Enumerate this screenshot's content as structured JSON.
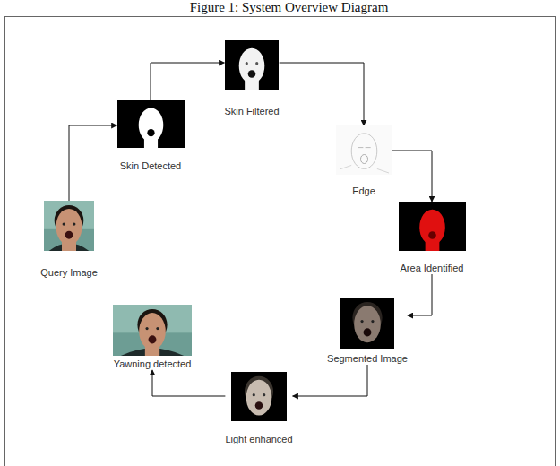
{
  "diagram": {
    "title": "Figure 1: System Overview Diagram",
    "nodes": [
      {
        "text": [
          "Query Image"
        ]
      },
      {
        "text": [
          "Skin Detected"
        ]
      },
      {
        "text": [
          "Skin Filtered"
        ]
      },
      {
        "text": [
          "Edge"
        ]
      },
      {
        "text": [
          "Area Identified"
        ]
      },
      {
        "text": [
          "Segmented Image"
        ]
      },
      {
        "text": [
          "Light enhanced"
        ]
      },
      {
        "text": [
          "Yawning detected"
        ]
      }
    ],
    "edges": [
      {
        "from": 0,
        "to": 1,
        "arrow": "to"
      },
      {
        "from": 1,
        "to": 2,
        "arrow": "to"
      },
      {
        "from": 2,
        "to": 3,
        "arrow": "to"
      },
      {
        "from": 3,
        "to": 4,
        "arrow": "to"
      },
      {
        "from": 4,
        "to": 5,
        "arrow": "to"
      },
      {
        "from": 5,
        "to": 6,
        "arrow": "to"
      },
      {
        "from": 6,
        "to": 7,
        "arrow": "to"
      }
    ]
  }
}
